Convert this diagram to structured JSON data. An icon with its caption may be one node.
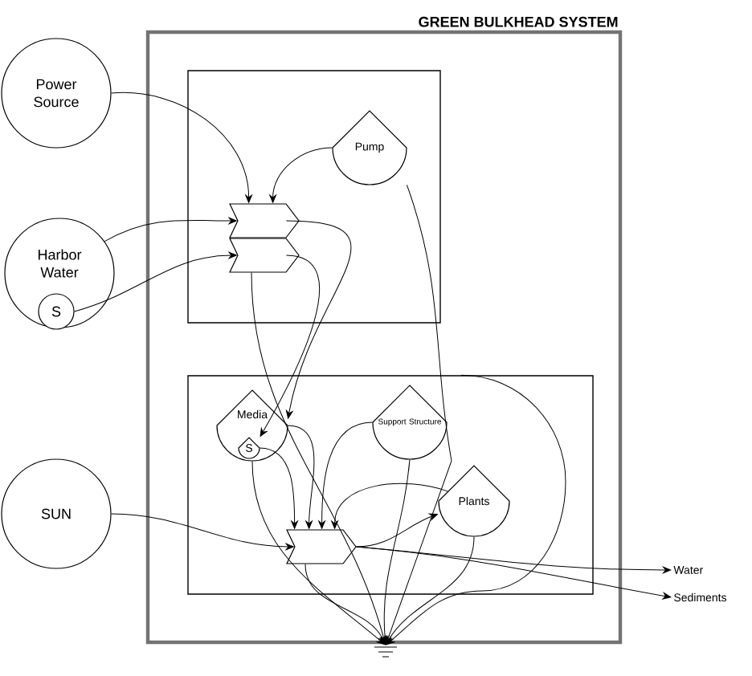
{
  "diagram": {
    "nodes": [
      {
        "text": [
          "GREEN BULKHEAD SYSTEM"
        ]
      },
      {
        "text": [
          "Power Source"
        ]
      },
      {
        "text": [
          "Harbor Water"
        ]
      },
      {
        "text": [
          "S"
        ],
        "in": 2
      },
      {
        "text": [],
        "shape": "box",
        "in": 0
      },
      {
        "text": [
          "Pump"
        ],
        "in": 4
      },
      {
        "text": [],
        "shape": "chevron",
        "in": 4
      },
      {
        "text": [],
        "shape": "chevron",
        "in": 4
      },
      {
        "text": [],
        "shape": "box",
        "in": 0
      },
      {
        "text": [
          "Media"
        ],
        "in": 8
      },
      {
        "text": [
          "S"
        ],
        "in": 9
      },
      {
        "text": [
          "Support Structure"
        ],
        "in": 8
      },
      {
        "text": [
          "Plants"
        ],
        "in": 8
      },
      {
        "text": [],
        "shape": "chevron",
        "in": 8
      },
      {
        "text": [
          "SUN"
        ]
      },
      {
        "text": [
          "Water"
        ]
      },
      {
        "text": [
          "Sediments"
        ]
      },
      {
        "text": [],
        "shape": "ground"
      }
    ],
    "edges": [
      {
        "from": 1,
        "to": 6,
        "arrow": "to"
      },
      {
        "from": 5,
        "to": 6,
        "arrow": "to"
      },
      {
        "from": 2,
        "to": 6,
        "arrow": "to"
      },
      {
        "from": 3,
        "to": 7,
        "arrow": "to"
      },
      {
        "from": 6,
        "to": 9,
        "arrow": "to"
      },
      {
        "from": 7,
        "to": 10,
        "arrow": "to"
      },
      {
        "from": 7,
        "to": 17,
        "arrow": "to"
      },
      {
        "from": 5,
        "to": 17,
        "arrow": "to"
      },
      {
        "from": 9,
        "to": 13,
        "arrow": "to"
      },
      {
        "from": 10,
        "to": 13,
        "arrow": "to"
      },
      {
        "from": 11,
        "to": 13,
        "arrow": "to"
      },
      {
        "from": 12,
        "to": 13,
        "arrow": "to"
      },
      {
        "from": 13,
        "to": 12,
        "arrow": "to"
      },
      {
        "from": 14,
        "to": 13,
        "arrow": "to"
      },
      {
        "from": 13,
        "to": 15,
        "arrow": "to"
      },
      {
        "from": 13,
        "to": 16,
        "arrow": "to"
      },
      {
        "from": 9,
        "to": 17,
        "arrow": "to"
      },
      {
        "from": 11,
        "to": 17,
        "arrow": "to"
      },
      {
        "from": 13,
        "to": 17,
        "arrow": "to"
      },
      {
        "from": 12,
        "to": 17,
        "arrow": "to"
      },
      {
        "from": 8,
        "to": 17,
        "arrow": "to"
      }
    ]
  }
}
